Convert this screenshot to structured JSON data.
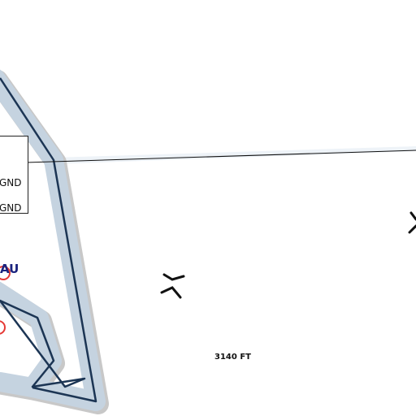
{
  "airspace_box": {
    "line1": "GND",
    "line2": "GND"
  },
  "elevation_label": "3140 FT",
  "airport_ident": "AU",
  "colors": {
    "airspace_fill": "#c5d3e0",
    "airspace_border": "#1c3554",
    "shadow": "#c8c8c8",
    "airport_ring": "#e53935",
    "ident_text": "#1a237e"
  },
  "icons": [
    "pass-symbol-icon",
    "airport-ring-icon"
  ]
}
